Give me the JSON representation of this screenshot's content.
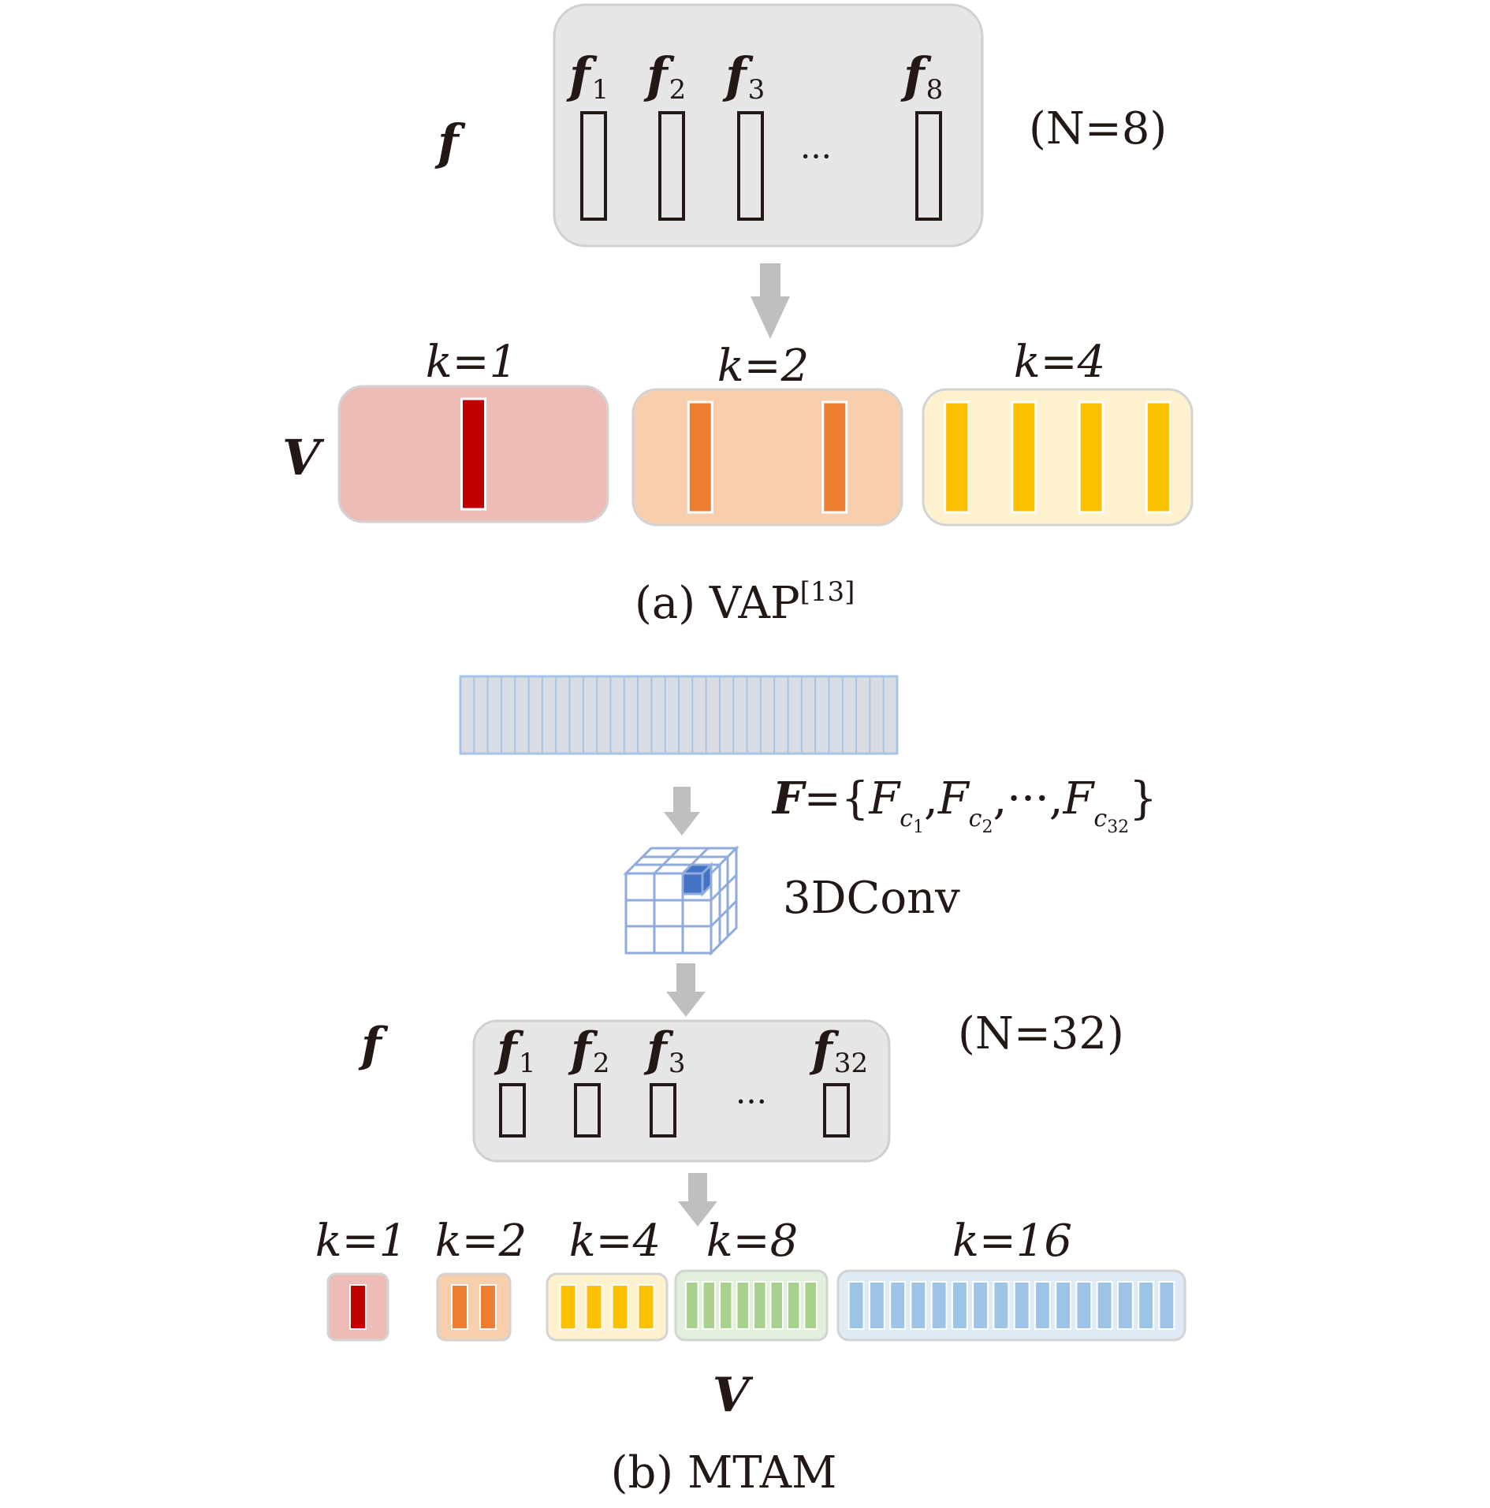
{
  "panel_a": {
    "f_label": "f",
    "n_label": "(N=8)",
    "ellipsis": "···",
    "features": [
      {
        "base": "f",
        "sub": "1"
      },
      {
        "base": "f",
        "sub": "2"
      },
      {
        "base": "f",
        "sub": "3"
      },
      {
        "base": "f",
        "sub": "8"
      }
    ],
    "v_label": "V",
    "groups": [
      {
        "label": "k=1",
        "k": 1,
        "fill": "#c00000",
        "bg": "#edbcb6"
      },
      {
        "label": "k=2",
        "k": 2,
        "fill": "#ed7d31",
        "bg": "#f8cfad"
      },
      {
        "label": "k=4",
        "k": 4,
        "fill": "#fbc000",
        "bg": "#fdf2cd"
      }
    ],
    "caption": {
      "text": "(a) VAP",
      "ref": "[13]"
    }
  },
  "panel_b": {
    "strip_columns": 32,
    "F_equation": {
      "lhs": "F",
      "eq": "=",
      "open": "{",
      "terms": [
        {
          "base": "F",
          "sub": "c",
          "subsub": "1"
        },
        {
          "base": "F",
          "sub": "c",
          "subsub": "2"
        },
        {
          "base": "F",
          "sub": "c",
          "subsub": "32"
        }
      ],
      "dots": "···",
      "close": "}"
    },
    "conv_label": "3DConv",
    "f_label": "f",
    "n_label": "(N=32)",
    "ellipsis": "···",
    "features": [
      {
        "base": "f",
        "sub": "1"
      },
      {
        "base": "f",
        "sub": "2"
      },
      {
        "base": "f",
        "sub": "3"
      },
      {
        "base": "f",
        "sub": "32"
      }
    ],
    "groups": [
      {
        "label": "k=1",
        "k": 1,
        "fill": "#c00000",
        "bg": "#edbcb6"
      },
      {
        "label": "k=2",
        "k": 2,
        "fill": "#ed7d31",
        "bg": "#f8cfad"
      },
      {
        "label": "k=4",
        "k": 4,
        "fill": "#fbc000",
        "bg": "#fdf2cd"
      },
      {
        "label": "k=8",
        "k": 8,
        "fill": "#a9d18e",
        "bg": "#e2efda"
      },
      {
        "label": "k=16",
        "k": 16,
        "fill": "#9dc3e6",
        "bg": "#deebf7"
      }
    ],
    "v_label": "V",
    "caption": "(b) MTAM"
  },
  "colors": {
    "panel_gray": "#e6e6e6",
    "arrow_gray": "#bfbfbf",
    "cube_blue": "#4472c4",
    "cube_line": "#8faadc",
    "strip_line": "#a6c3e8",
    "text": "#231815"
  }
}
